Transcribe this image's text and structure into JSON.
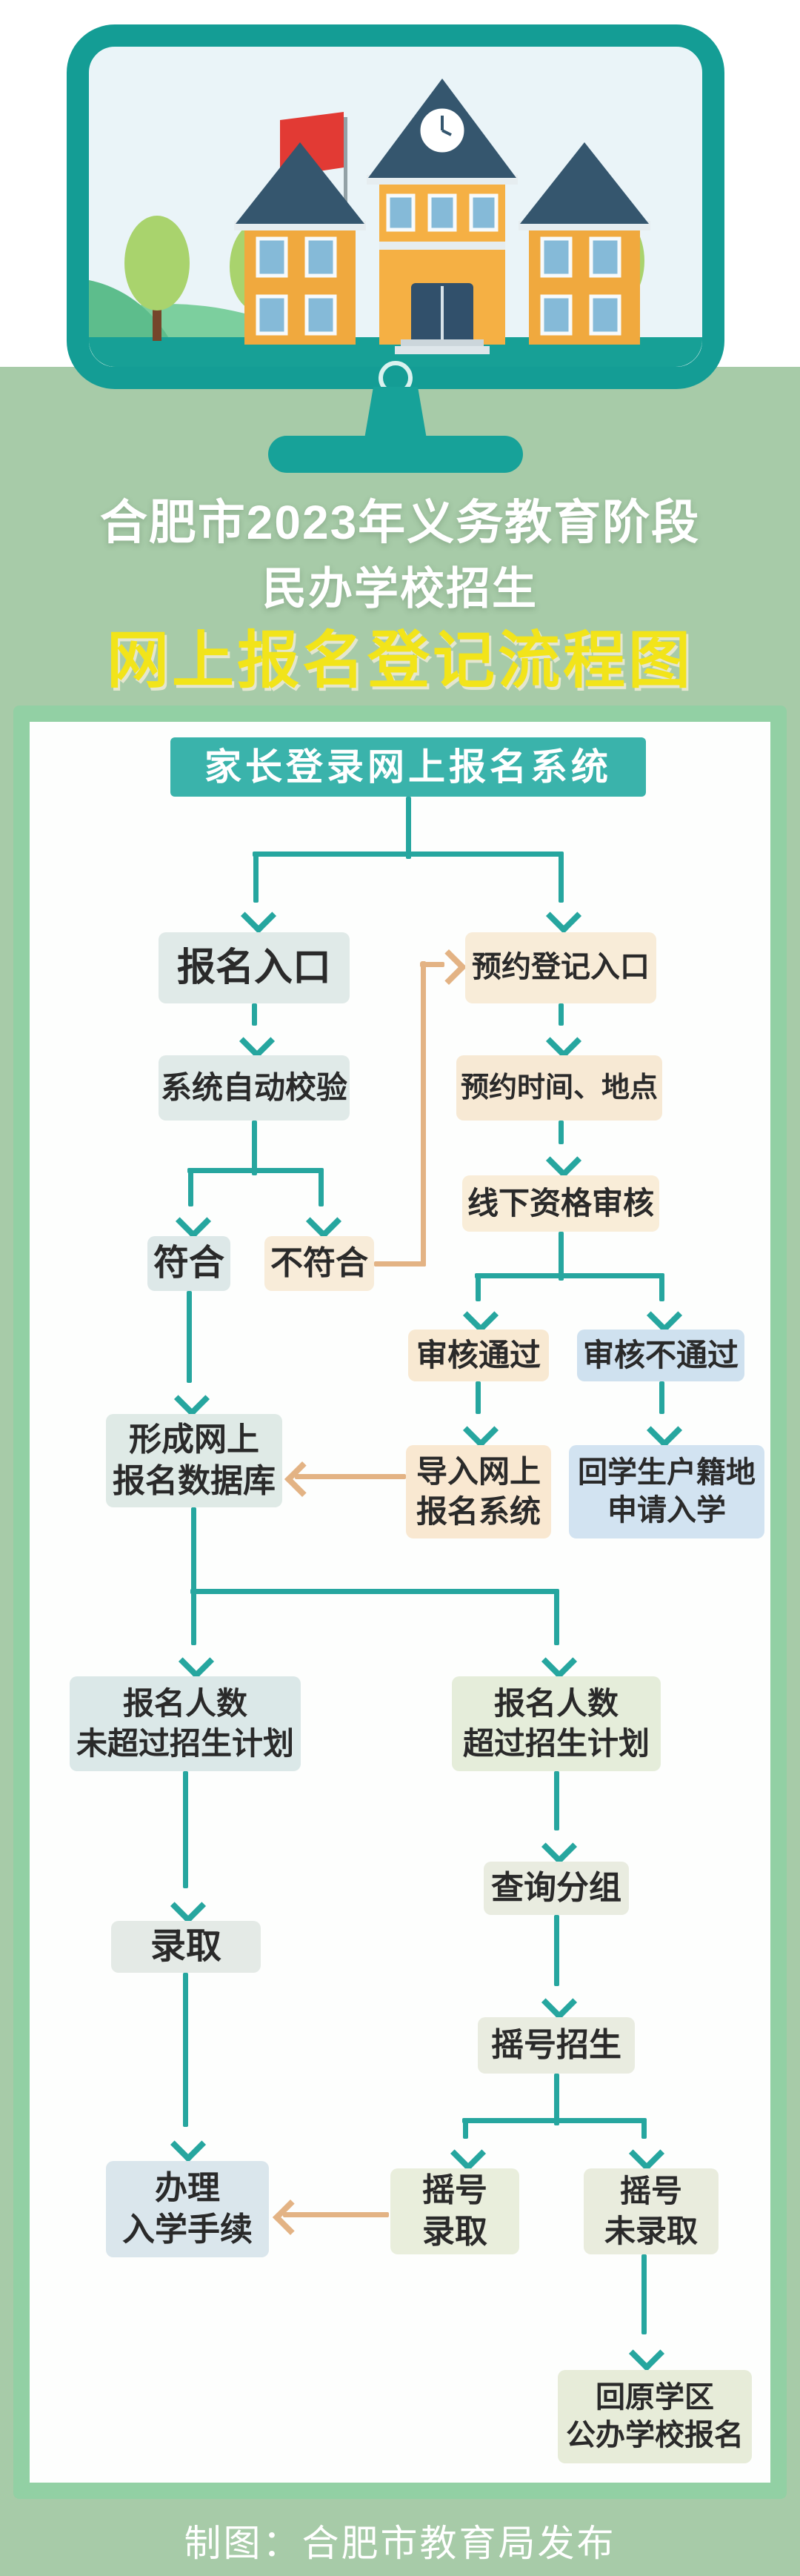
{
  "poster": {
    "title_line1": "合肥市2023年义务教育阶段",
    "title_line2": "民办学校招生",
    "title_line3": "网上报名登记流程图",
    "credit": "制图：合肥市教育局发布"
  },
  "illustration": {
    "description": "school building displayed on a teal monitor",
    "icons": [
      "monitor-icon",
      "school-building-icon",
      "clock-icon",
      "flag-icon",
      "tree-icon",
      "hill-icon",
      "camera-ring-icon"
    ]
  },
  "flowchart": {
    "nodes": {
      "login": "家长登录网上报名系统",
      "entry": "报名入口",
      "reserve_entry": "预约登记入口",
      "auto_check": "系统自动校验",
      "reserve_time": "预约时间、地点",
      "offline_review": "线下资格审核",
      "qualified": "符合",
      "not_qualified": "不符合",
      "review_pass": "审核通过",
      "review_fail": "审核不通过",
      "form_db": "形成网上\n报名数据库",
      "import_system": "导入网上\n报名系统",
      "return_household": "回学生户籍地\n申请入学",
      "not_exceed": "报名人数\n未超过招生计划",
      "exceed": "报名人数\n超过招生计划",
      "admitted": "录取",
      "query_group": "查询分组",
      "lottery": "摇号招生",
      "lottery_admitted": "摇号\n录取",
      "lottery_not_admitted": "摇号\n未录取",
      "enrollment": "办理\n入学手续",
      "return_district": "回原学区\n公办学校报名"
    }
  },
  "colors": {
    "background_green": "#a7cba8",
    "panel_border_green": "#92d0a4",
    "flow_line_teal": "#26a69f",
    "flow_line_orange": "#e3b384",
    "header_box_teal": "#3ab3ab",
    "title_yellow": "#f2e41a",
    "monitor_teal": "#149d95"
  }
}
